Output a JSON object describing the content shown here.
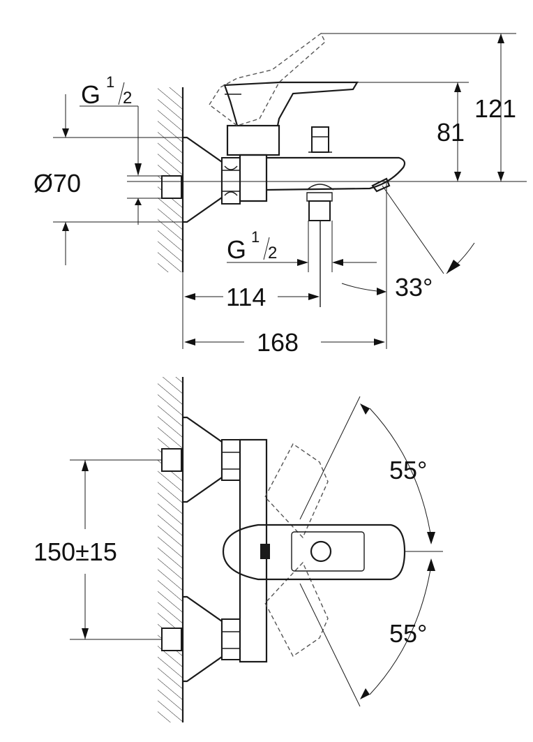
{
  "side_view": {
    "thread_top": {
      "base": "G",
      "sup": "1",
      "sub": "2"
    },
    "diameter": "Ø70",
    "height_total": "121",
    "height_lever": "81",
    "thread_bottom": {
      "base": "G",
      "sup": "1",
      "sub": "2"
    },
    "spout_angle": "33°",
    "depth_spout_center": "114",
    "depth_total": "168"
  },
  "top_view": {
    "lever_angle_upper": "55°",
    "lever_angle_lower": "55°",
    "connection_spacing": "150±15"
  },
  "colors": {
    "ink": "#1a1a1a",
    "dashed": "#555555"
  }
}
